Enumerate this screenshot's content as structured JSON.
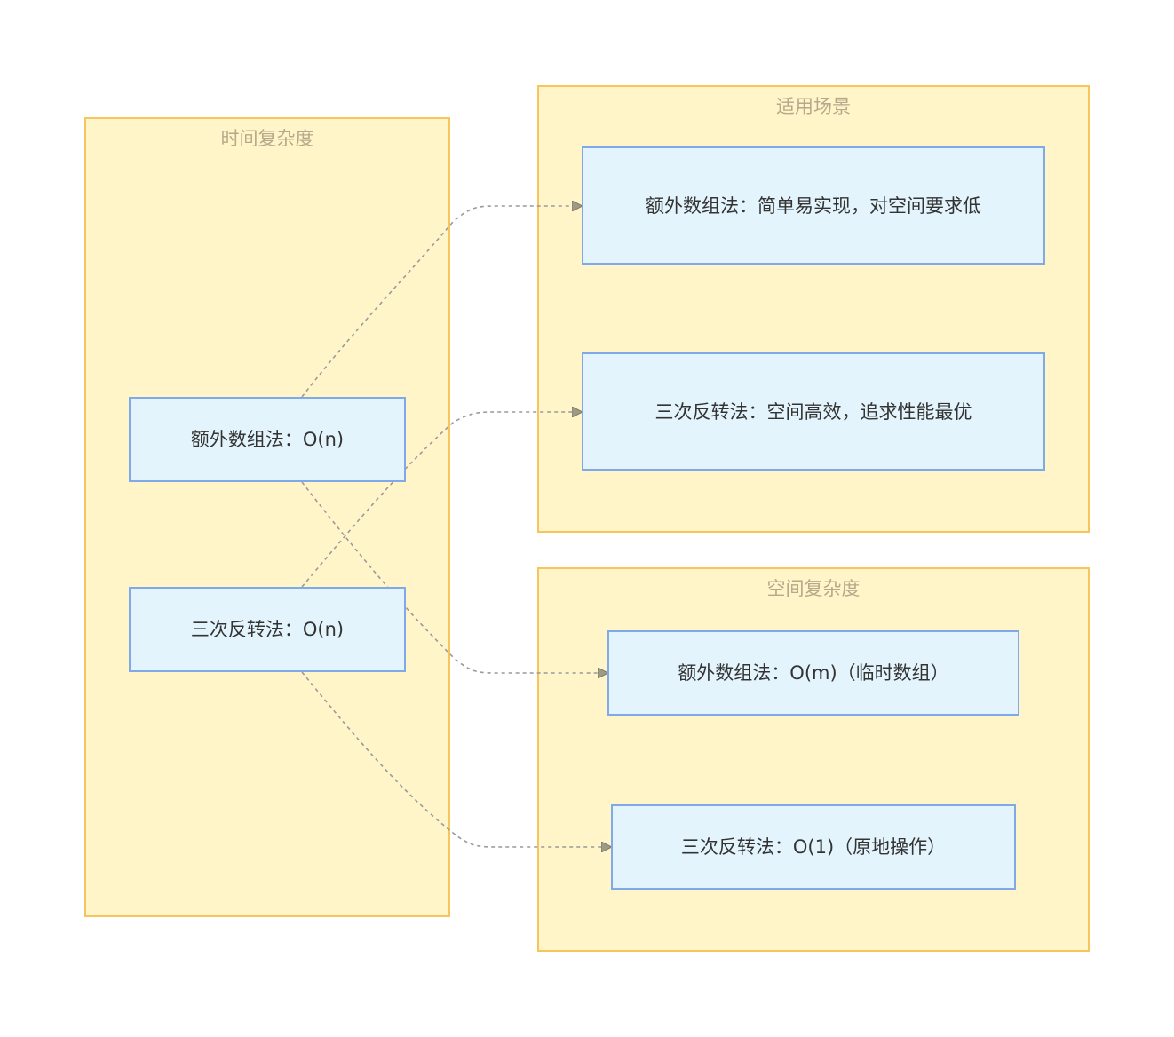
{
  "groups": {
    "time": {
      "title": "时间复杂度"
    },
    "scenario": {
      "title": "适用场景"
    },
    "space": {
      "title": "空间复杂度"
    }
  },
  "nodes": {
    "time_extra": "额外数组法：O(n)",
    "time_reverse": "三次反转法：O(n)",
    "scenario_extra": "额外数组法：简单易实现，对空间要求低",
    "scenario_reverse": "三次反转法：空间高效，追求性能最优",
    "space_extra": "额外数组法：O(m)（临时数组）",
    "space_reverse": "三次反转法：O(1)（原地操作）"
  },
  "edges": [
    {
      "from": "time_extra",
      "to": "scenario_extra"
    },
    {
      "from": "time_extra",
      "to": "space_extra"
    },
    {
      "from": "time_reverse",
      "to": "scenario_reverse"
    },
    {
      "from": "time_reverse",
      "to": "space_reverse"
    }
  ],
  "colors": {
    "group_fill": "#fff5c9",
    "group_border": "#f7c55e",
    "node_fill": "#e3f4fc",
    "node_border": "#7fa9e8",
    "edge": "#9a9a9a"
  }
}
